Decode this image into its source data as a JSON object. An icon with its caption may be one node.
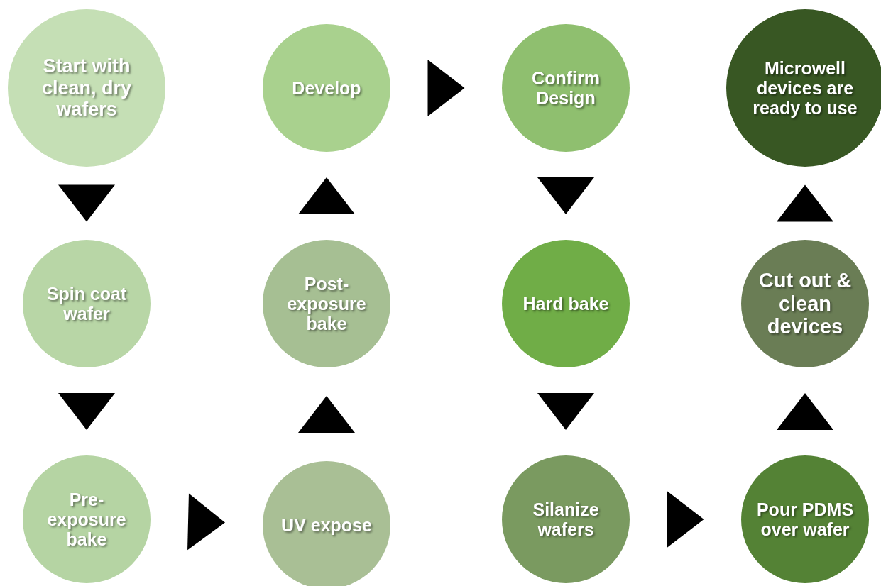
{
  "diagram": {
    "nodes": [
      {
        "text": [
          "Start with clean, dry wafers"
        ]
      },
      {
        "text": [
          "Spin coat wafer"
        ]
      },
      {
        "text": [
          "Pre-exposure bake"
        ]
      },
      {
        "text": [
          "UV expose"
        ]
      },
      {
        "text": [
          "Post-exposure bake"
        ]
      },
      {
        "text": [
          "Develop"
        ]
      },
      {
        "text": [
          "Confirm Design"
        ]
      },
      {
        "text": [
          "Hard bake"
        ]
      },
      {
        "text": [
          "Silanize wafers"
        ]
      },
      {
        "text": [
          "Pour PDMS over wafer"
        ]
      },
      {
        "text": [
          "Cut out & clean devices"
        ]
      },
      {
        "text": [
          "Microwell devices are ready to use"
        ]
      }
    ],
    "edges": [
      {
        "from": 0,
        "to": 1,
        "arrow": "to"
      },
      {
        "from": 1,
        "to": 2,
        "arrow": "to"
      },
      {
        "from": 2,
        "to": 3,
        "arrow": "to"
      },
      {
        "from": 3,
        "to": 4,
        "arrow": "to"
      },
      {
        "from": 4,
        "to": 5,
        "arrow": "to"
      },
      {
        "from": 5,
        "to": 6,
        "arrow": "to"
      },
      {
        "from": 6,
        "to": 7,
        "arrow": "to"
      },
      {
        "from": 7,
        "to": 8,
        "arrow": "to"
      },
      {
        "from": 8,
        "to": 9,
        "arrow": "to"
      },
      {
        "from": 9,
        "to": 10,
        "arrow": "to"
      },
      {
        "from": 10,
        "to": 11,
        "arrow": "to"
      }
    ]
  }
}
